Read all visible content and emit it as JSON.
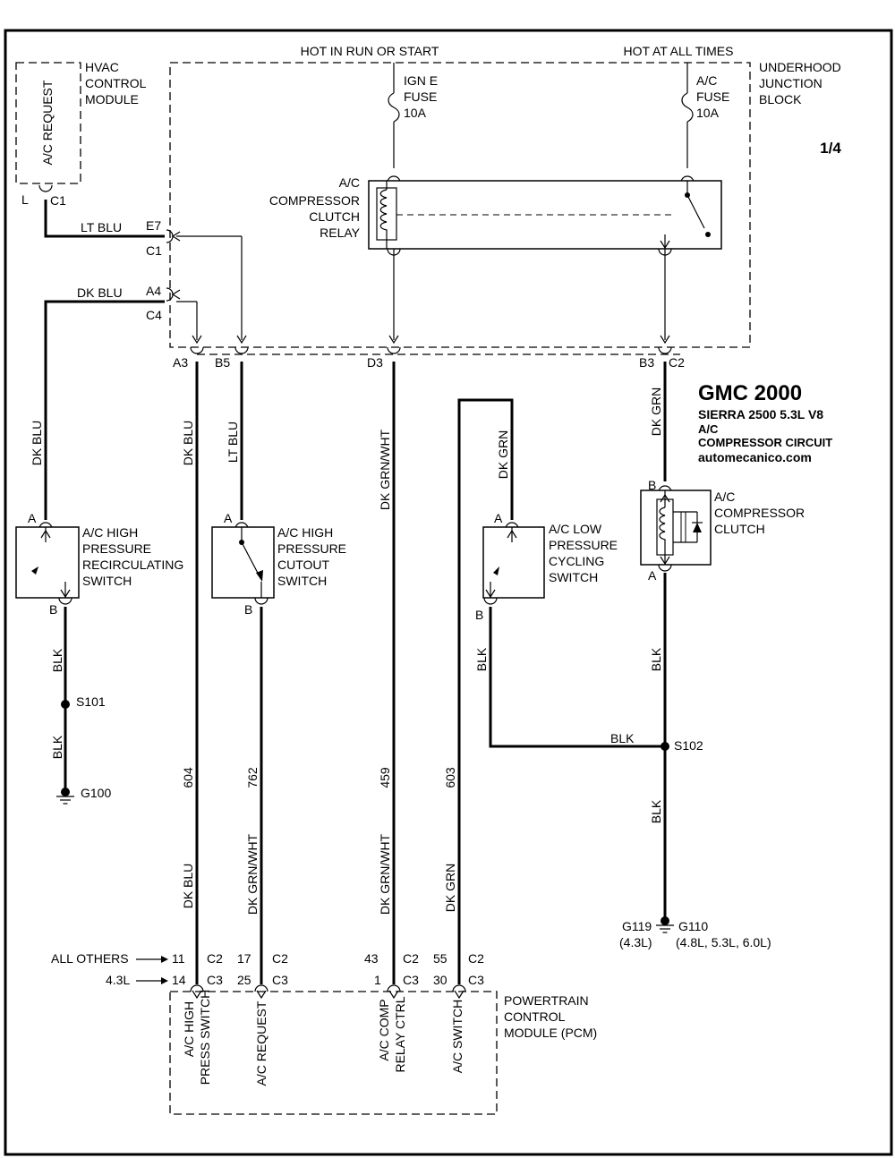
{
  "header": {
    "hot_run": "HOT IN RUN OR START",
    "hot_all": "HOT AT ALL TIMES",
    "sheet": "1/4"
  },
  "title_block": {
    "make": "GMC 2000",
    "model": "SIERRA 2500  5.3L  V8",
    "system": "A/C",
    "circuit": "COMPRESSOR CIRCUIT",
    "site": "automecanico.com"
  },
  "components": {
    "hvac": [
      "HVAC",
      "CONTROL",
      "MODULE"
    ],
    "hvac_inside": "A/C REQUEST",
    "ujb": [
      "UNDERHOOD",
      "JUNCTION",
      "BLOCK"
    ],
    "ign_fuse": [
      "IGN E",
      "FUSE",
      "10A"
    ],
    "ac_fuse": [
      "A/C",
      "FUSE",
      "10A"
    ],
    "relay": [
      "A/C",
      "COMPRESSOR",
      "CLUTCH",
      "RELAY"
    ],
    "hp_recirc": [
      "A/C HIGH",
      "PRESSURE",
      "RECIRCULATING",
      "SWITCH"
    ],
    "hp_cutout": [
      "A/C HIGH",
      "PRESSURE",
      "CUTOUT",
      "SWITCH"
    ],
    "lp_cycling": [
      "A/C LOW",
      "PRESSURE",
      "CYCLING",
      "SWITCH"
    ],
    "clutch": [
      "A/C",
      "COMPRESSOR",
      "CLUTCH"
    ],
    "pcm": [
      "POWERTRAIN",
      "CONTROL",
      "MODULE (PCM)"
    ]
  },
  "pcm_pins": {
    "hp_press_1": "A/C HIGH",
    "hp_press_2": "PRESS SWITCH",
    "request": "A/C REQUEST",
    "comp_1": "A/C COMP",
    "comp_2": "RELAY CTRL",
    "switch": "A/C SWITCH"
  },
  "labels": {
    "L": "L",
    "C1": "C1",
    "C2": "C2",
    "C3": "C3",
    "C4": "C4",
    "E7": "E7",
    "A4": "A4",
    "A3": "A3",
    "B5": "B5",
    "D3": "D3",
    "B3": "B3",
    "A": "A",
    "B": "B"
  },
  "wires": {
    "lt_blu": "LT BLU",
    "dk_blu": "DK BLU",
    "dk_grn_wht": "DK GRN/WHT",
    "dk_grn": "DK GRN",
    "blk": "BLK",
    "c604": "604",
    "c762": "762",
    "c459": "459",
    "c603": "603"
  },
  "splices": {
    "s101": "S101",
    "s102": "S102"
  },
  "grounds": {
    "g100": "G100",
    "g119": "G119",
    "g119_note": "(4.3L)",
    "g110": "G110",
    "g110_note": "(4.8L, 5.3L, 6.0L)"
  },
  "pcm_connector": {
    "all_others": "ALL OTHERS",
    "v43": "4.3L",
    "pins_c2": [
      "11",
      "17",
      "43",
      "55"
    ],
    "pins_c3": [
      "14",
      "25",
      "1",
      "30"
    ]
  }
}
